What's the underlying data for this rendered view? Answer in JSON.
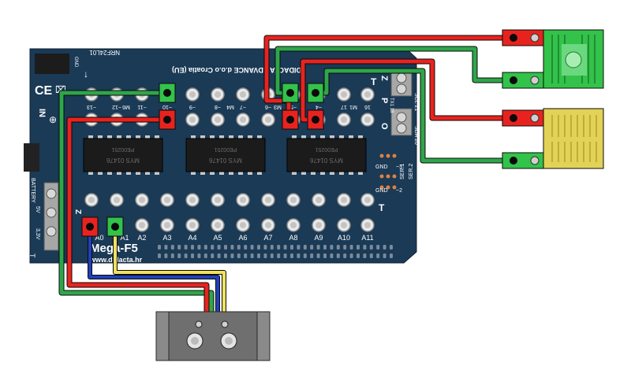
{
  "board": {
    "nrf_label": "NRF24L01",
    "gnd_label": "GND",
    "maker_text": "DIDACTA ADVANCE d.o.o Croatia (EU)",
    "model_name": "Mega-F5",
    "website": "www.didacta.hr",
    "ce_mark": "CE",
    "in_label": "IN",
    "battery_label": "BATTERY",
    "v5_label": "5V",
    "v33_label": "3,3V",
    "t_label": "T",
    "z_label": "Z",
    "p_label": "P",
    "o_label": "O",
    "scl_label": "SCL 21",
    "sda_label": "SDA 20",
    "tx_label": "TX1 18",
    "rx_label": "RX1 19",
    "ser1_label": "SER.1",
    "ser2_label": "SER.2",
    "gnd_a": "GND",
    "gnd_b": "GND",
    "pwm_a": "~3",
    "pwm_b": "~2",
    "top_pin_labels": [
      "~13",
      "~12",
      "~11",
      "~10",
      "~9",
      "~8",
      "~7",
      "~6",
      "~5",
      "~4",
      "17",
      "16"
    ],
    "motor_labels": [
      "M6",
      "M4",
      "M3",
      "M1"
    ],
    "analog_labels": [
      "A0",
      "A1",
      "A2",
      "A3",
      "A4",
      "A5",
      "A6",
      "A7",
      "A8",
      "A9",
      "A10",
      "A11"
    ],
    "chip_labels": [
      {
        "line1": "PE00251",
        "line2": "MYS 01476"
      },
      {
        "line1": "PE00251",
        "line2": "MYS 01476"
      },
      {
        "line1": "PE00251",
        "line2": "MYS 01476"
      }
    ]
  },
  "colors": {
    "board": "#1a3a56",
    "wire_red": "#e8231f",
    "wire_green": "#2ea64a",
    "wire_blue": "#2140b8",
    "wire_yellow": "#f0e060",
    "sensor_green": "#33c24a",
    "sensor_yellow": "#e2d257",
    "module_gray": "#6f6f6f"
  }
}
